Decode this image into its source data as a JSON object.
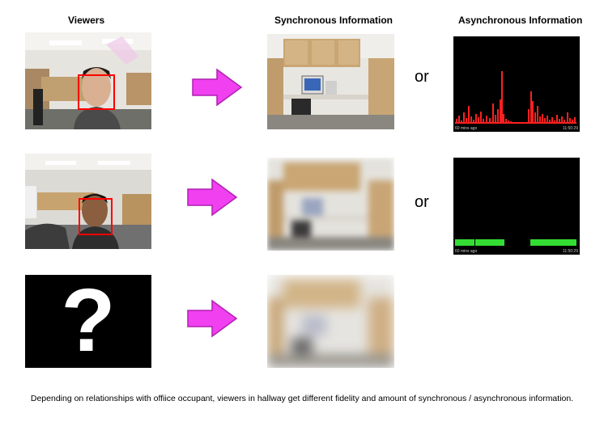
{
  "headers": {
    "viewers": "Viewers",
    "synchronous": "Synchronous Information",
    "asynchronous": "Asynchronous Information"
  },
  "or_labels": [
    "or",
    "or"
  ],
  "async_panels": [
    {
      "left_label": "60 mins ago",
      "right_label": "11:50:29",
      "bar_color": "#ff2020"
    },
    {
      "left_label": "60 mins ago",
      "right_label": "11:50:29",
      "bar_color": "#33dd33"
    }
  ],
  "unknown_viewer_symbol": "?",
  "caption": "Depending on relationships with offiice occupant, viewers in hallway get different fidelity and amount of synchronous / asynchronous information.",
  "colors": {
    "arrow_fill": "#f040f0",
    "arrow_stroke": "#b020b0",
    "face_box": "#ff0000",
    "async_bg": "#000000"
  }
}
